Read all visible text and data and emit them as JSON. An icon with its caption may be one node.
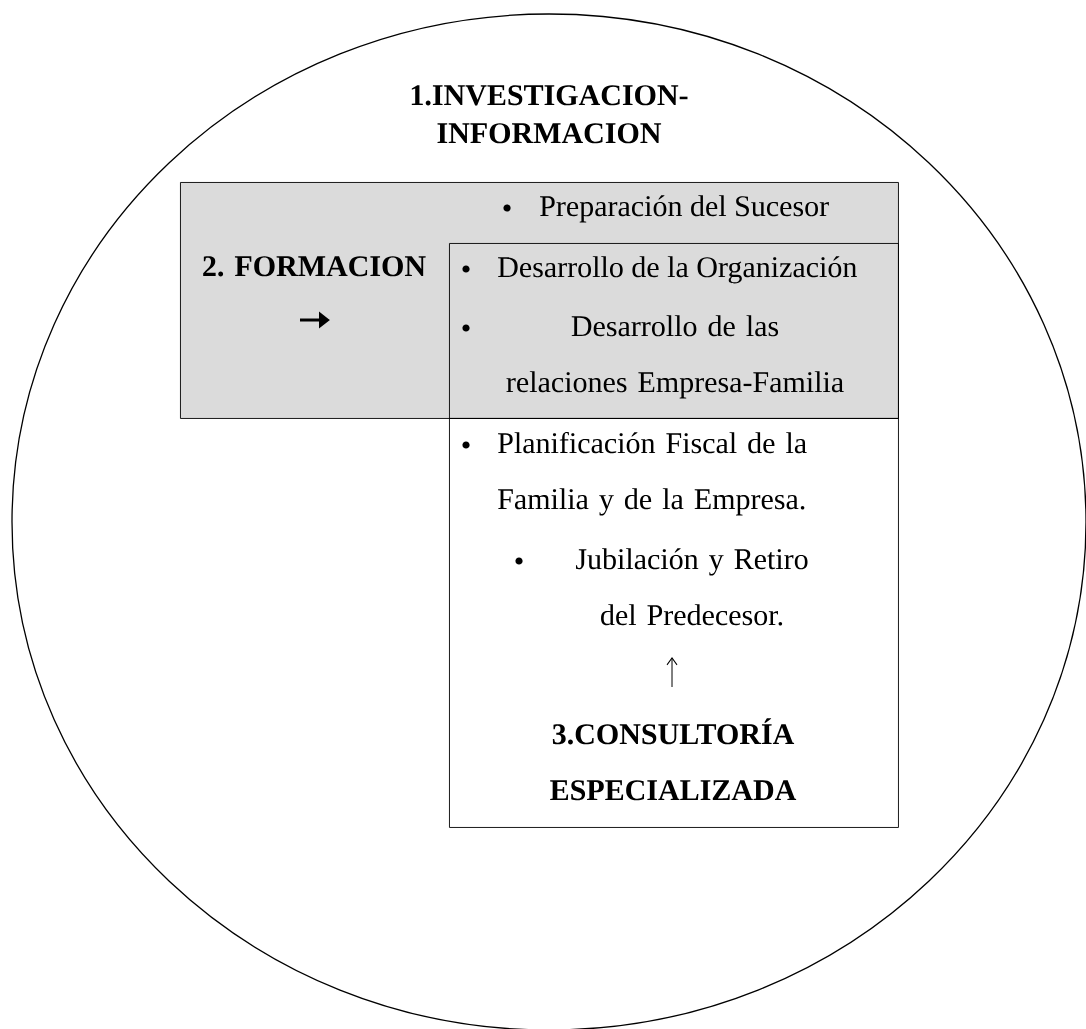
{
  "diagram": {
    "nodes": [
      {
        "text": [
          "1.INVESTIGACION- INFORMACION"
        ]
      },
      {
        "text": [
          "2. FORMACION",
          "Preparación del Sucesor"
        ],
        "in": 0
      },
      {
        "text": [
          "Desarrollo de la Organización",
          "Desarrollo de las relaciones Empresa-Familia"
        ],
        "in": 1
      },
      {
        "text": [
          "Planificación Fiscal de la Familia y de la Empresa.",
          "Jubilación y Retiro del Predecesor.",
          "3.CONSULTORÍA ESPECIALIZADA"
        ],
        "in": 0
      }
    ]
  }
}
